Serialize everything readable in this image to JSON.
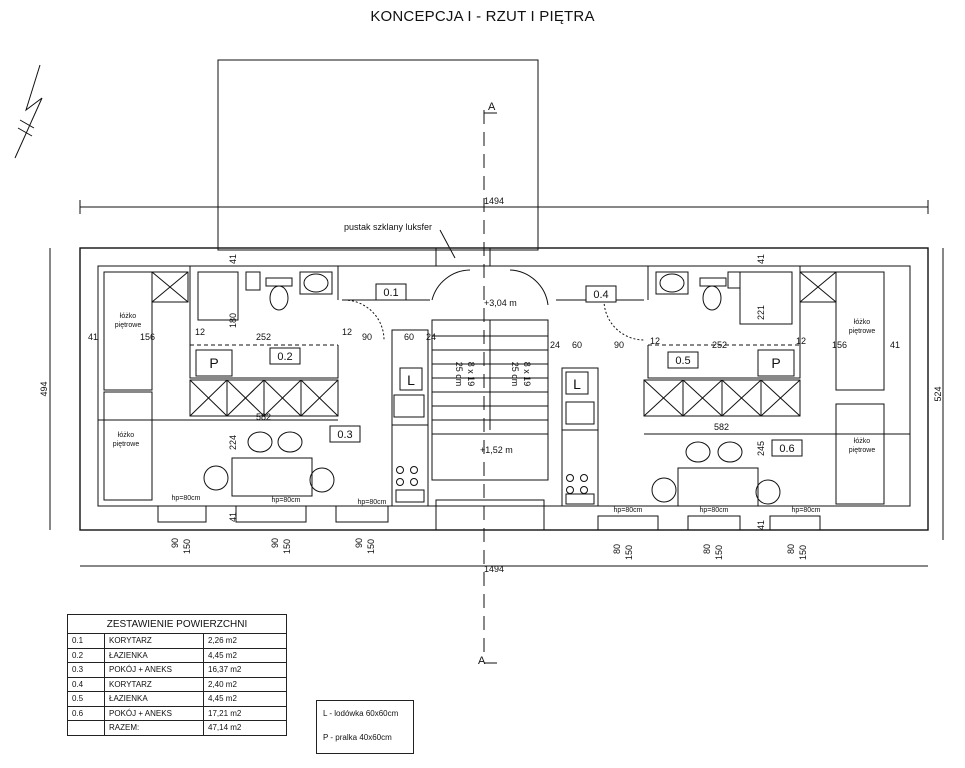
{
  "title": "KONCEPCJA I - RZUT I PIĘTRA",
  "section_mark": "A",
  "dimensions": {
    "overall_width": "1494",
    "left_height": "494",
    "right_height": "524",
    "d41": "41",
    "d180": "180",
    "d156": "156",
    "d252": "252",
    "d12": "12",
    "d90": "90",
    "d60": "60",
    "d24": "24",
    "d582": "582",
    "d224": "224",
    "d221": "221",
    "d245": "245",
    "d150": "150",
    "d80": "80"
  },
  "labels": {
    "glass_block": "pustak szklany luksfer",
    "bed_line1": "łóżko",
    "bed_line2": "piętrowe",
    "window_height": "hp=80cm",
    "fridge": "L",
    "washer": "P",
    "stairs_text1": "8 x 19",
    "stairs_text2": "25 cm",
    "level_upper": "+3,04 m",
    "level_lower": "+1,52 m"
  },
  "rooms": {
    "r01": "0.1",
    "r02": "0.2",
    "r03": "0.3",
    "r04": "0.4",
    "r05": "0.5",
    "r06": "0.6"
  },
  "area_table": {
    "header": "ZESTAWIENIE POWIERZCHNI",
    "rows": [
      {
        "num": "0.1",
        "name": "KORYTARZ",
        "area": "2,26 m2"
      },
      {
        "num": "0.2",
        "name": "ŁAZIENKA",
        "area": "4,45 m2"
      },
      {
        "num": "0.3",
        "name": "POKÓJ + ANEKS",
        "area": "16,37 m2"
      },
      {
        "num": "0.4",
        "name": "KORYTARZ",
        "area": "2,40 m2"
      },
      {
        "num": "0.5",
        "name": "ŁAZIENKA",
        "area": "4,45 m2"
      },
      {
        "num": "0.6",
        "name": "POKÓJ + ANEKS",
        "area": "17,21 m2"
      }
    ],
    "total_label": "RAZEM:",
    "total_area": "47,14 m2"
  },
  "legend": {
    "fridge": "L - lodówka 60x60cm",
    "washer": "P - pralka 40x60cm"
  }
}
